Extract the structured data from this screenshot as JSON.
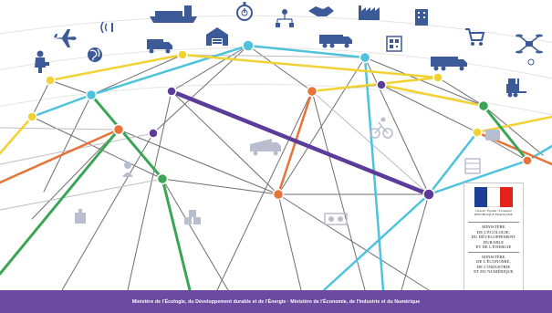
{
  "footer": {
    "text": "Ministère de l'Écologie, du Développement durable et de l'Énergie · Ministère de l'Économie, de l'Industrie et du Numérique"
  },
  "logo": {
    "republic_line1": "Liberté • Égalité • Fraternité",
    "republic_line2": "RÉPUBLIQUE FRANÇAISE",
    "ministry1": [
      "MINISTÈRE",
      "DE L'ÉCOLOGIE,",
      "DU DÉVELOPPEMENT",
      "DURABLE",
      "ET DE L'ÉNERGIE"
    ],
    "ministry2": [
      "MINISTÈRE",
      "DE L'ÉCONOMIE,",
      "DE L'INDUSTRIE",
      "ET DU NUMÉRIQUE"
    ]
  },
  "colors": {
    "accent_purple": "#5b3c99",
    "line_green": "#3aa655",
    "line_cyan": "#4fc3dc",
    "line_yellow": "#f2d233",
    "line_orange": "#e8733a",
    "line_gray": "#666666",
    "icon_blue": "#3d5a98",
    "icon_faded": "#b8bdd0"
  },
  "icons": [
    "airplane-icon",
    "signal-icon",
    "cargo-ship-icon",
    "stopwatch-icon",
    "org-chart-icon",
    "handshake-icon",
    "factory-icon",
    "building-icon",
    "warehouse-icon",
    "forklift-icon",
    "delivery-truck-icon",
    "globe-icon",
    "truck-icon",
    "lorry-icon",
    "qr-code-icon",
    "cart-icon",
    "drone-icon",
    "train-icon",
    "worker-icon",
    "semi-truck-icon",
    "cyclist-icon",
    "shelves-icon",
    "lock-icon",
    "gear-box-icon",
    "crates-icon",
    "package-icon",
    "person-icon"
  ]
}
